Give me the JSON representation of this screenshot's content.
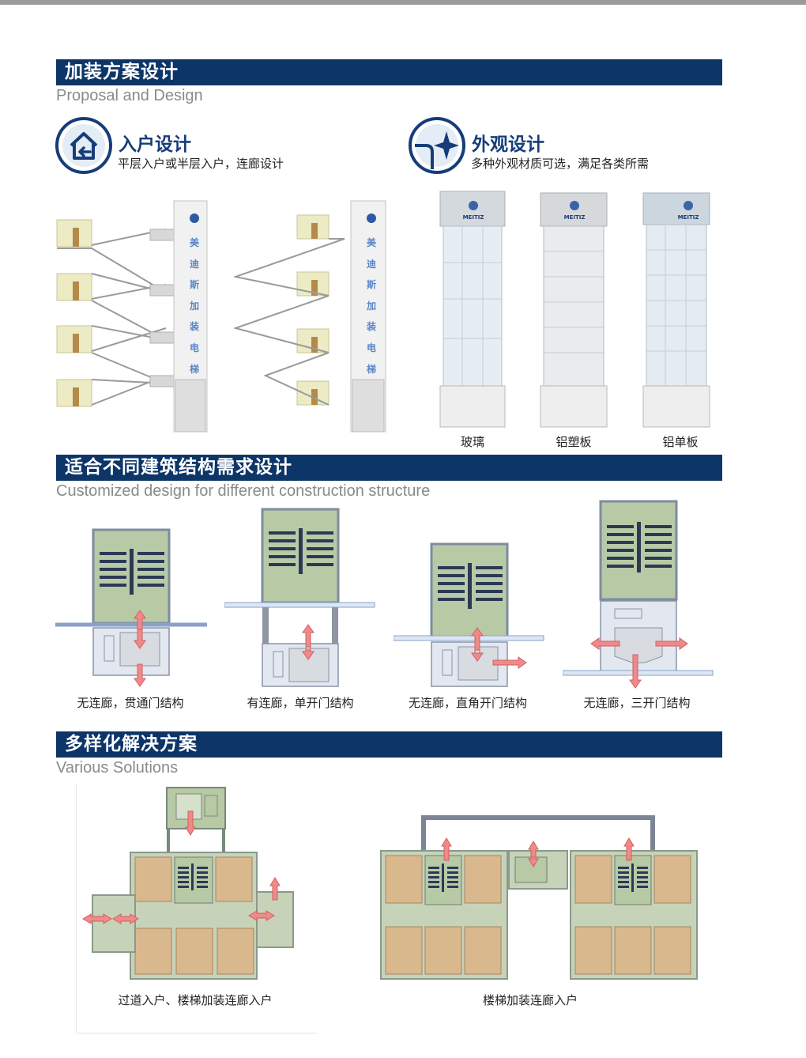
{
  "section1": {
    "title": "加装方案设计",
    "subtitle": "Proposal and Design",
    "feature_entry": {
      "title": "入户设计",
      "desc": "平层入户或半层入户，连廊设计",
      "icon": "home-entry-icon"
    },
    "feature_appearance": {
      "title": "外观设计",
      "desc": "多种外观材质可选，满足各类所需",
      "icon": "sparkle-icon"
    },
    "tower_label_chars": [
      "美",
      "迪",
      "斯",
      "加",
      "装",
      "电",
      "梯"
    ],
    "logo_text": "MEITIZ",
    "materials": [
      "玻璃",
      "铝塑板",
      "铝单板"
    ]
  },
  "section2": {
    "title": "适合不同建筑结构需求设计",
    "subtitle": "Customized design for different construction structure",
    "captions": [
      "无连廊，贯通门结构",
      "有连廊，单开门结构",
      "无连廊，直角开门结构",
      "无连廊，三开门结构"
    ]
  },
  "section3": {
    "title": "多样化解决方案",
    "subtitle": "Various Solutions",
    "captions": [
      "过道入户、楼梯加装连廊入户",
      "楼梯加装连廊入户"
    ]
  },
  "colors": {
    "navy": "#0d3568",
    "title_blue": "#163d7a",
    "arrow": "#f08a8a",
    "stair_green": "#b8c9a6",
    "room_tan": "#d9b88e"
  }
}
